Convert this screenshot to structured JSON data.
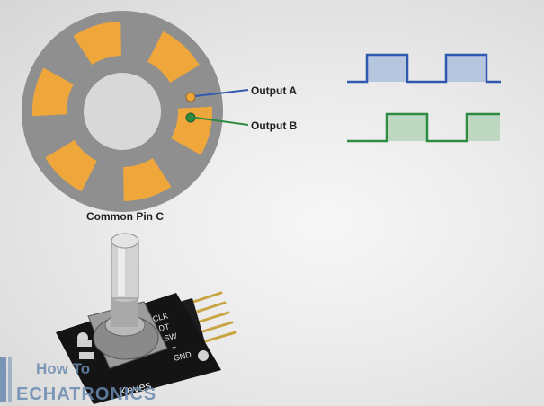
{
  "labels": {
    "output_a": "Output A",
    "output_b": "Output B",
    "common_pin": "Common Pin C"
  },
  "module": {
    "pins": [
      "CLK",
      "DT",
      "SW",
      "+",
      "GND"
    ],
    "brand": "Keyes"
  },
  "watermark": {
    "line1": "How To",
    "line2": "ECHATRONICS"
  },
  "colors": {
    "disc": "#8f8f8f",
    "disc_hole": "#d8d8d8",
    "contact_pad": "#efa63a",
    "output_a_line": "#2f58b0",
    "output_a_fill": "#b7c6df",
    "output_b_line": "#2f8a42",
    "output_b_fill": "#bdd7c0",
    "pcb": "#141414",
    "header_pins": "#c9a443"
  }
}
